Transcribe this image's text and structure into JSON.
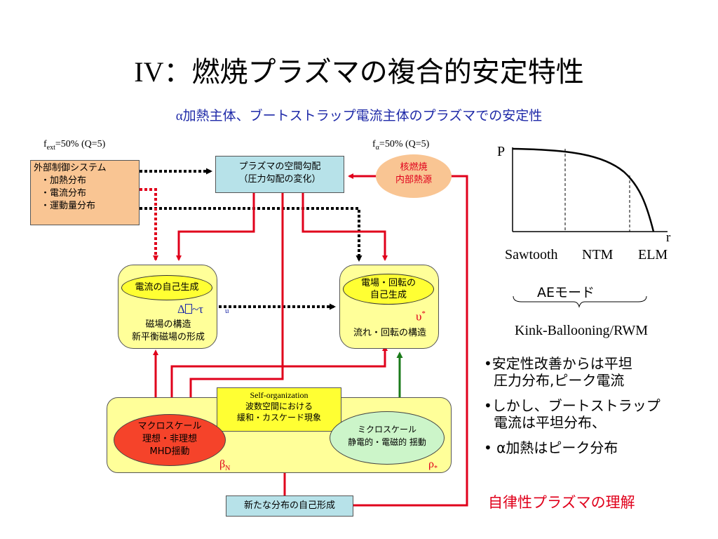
{
  "slide": {
    "title_roman": "IV",
    "title_sep": "：",
    "title_text": "燃焼プラズマの複合的安定特性",
    "subtitle_alpha": "α",
    "subtitle_text": "加熱主体、ブートストラップ電流主体のプラズマでの安定性"
  },
  "diagram": {
    "f_ext_label": {
      "prefix": "f",
      "sub": "ext",
      "suffix": "=50% (Q=5)"
    },
    "f_alpha_label": {
      "prefix": "f",
      "sub": "α",
      "suffix": "=50% (Q=5)"
    },
    "ext_box": [
      "外部制御システム",
      "・加熱分布",
      "・電流分布",
      "・運動量分布"
    ],
    "plasma_box": [
      "プラズマの空間勾配",
      "（圧力勾配の変化）"
    ],
    "nuclear": [
      "核燃焼",
      "内部熱源"
    ],
    "left_box": {
      "ellipse": "電流の自己生成",
      "symbol": "Δ",
      "symbol_mid": "~τ",
      "symbol_sub": "u",
      "lines": [
        "磁場の構造",
        "新平衡磁場の形成"
      ]
    },
    "right_box": {
      "ellipse": [
        "電場・回転の",
        "自己生成"
      ],
      "symbol": "υ",
      "symbol_sup": "*",
      "lines": [
        "流れ・回転の構造"
      ]
    },
    "self_org": [
      "Self-organization",
      "波数空間における",
      "緩和・カスケード現象"
    ],
    "macro": [
      "マクロスケール",
      "理想・非理想",
      "MHD揺動"
    ],
    "micro": [
      "ミクロスケール",
      "静電的・電磁的 揺動"
    ],
    "beta_label": {
      "main": "β",
      "sub": "N"
    },
    "rho_label": {
      "main": "ρ",
      "sub": "*"
    },
    "new_dist": "新たな分布の自己形成",
    "colors": {
      "red_arrow": "#e0001b",
      "black_arrow": "#000000",
      "green_arrow": "#1a7a1a"
    }
  },
  "profile_plot": {
    "y_label": "P",
    "x_label": "r",
    "regions": [
      "Sawtooth",
      "NTM",
      "ELM"
    ],
    "ae_label": "AEモード",
    "kink_label": "Kink-Ballooning/RWM"
  },
  "bullets": [
    {
      "mark": "•",
      "lines": [
        "安定性改善からは平坦",
        "圧力分布,ピーク電流"
      ]
    },
    {
      "mark": "•",
      "lines": [
        "しかし、ブートストラップ",
        "電流は平坦分布、"
      ]
    },
    {
      "mark": "•",
      "lines": [
        "α加熱はピーク分布"
      ]
    }
  ],
  "conclusion": "自律性プラズマの理解"
}
